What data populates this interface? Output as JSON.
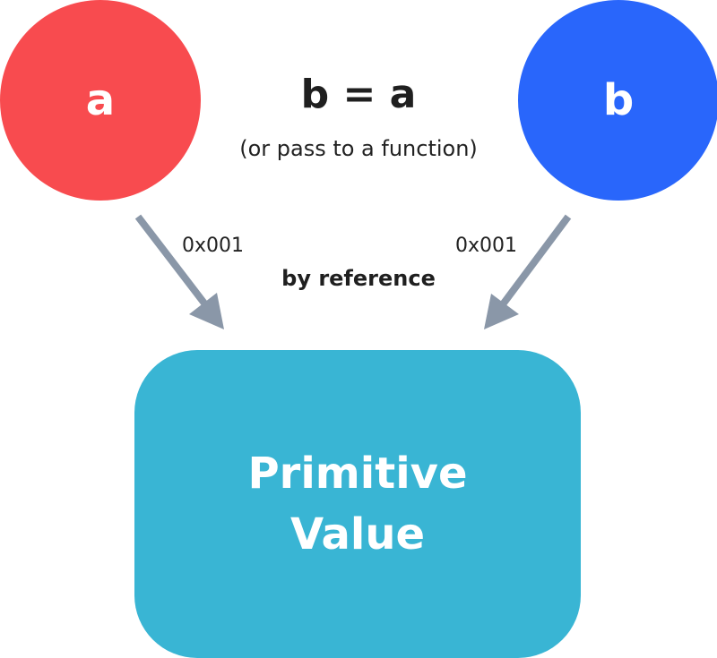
{
  "colors": {
    "var_a": "#f84b4f",
    "var_b": "#2966fb",
    "value_box": "#39b5d4",
    "arrow": "#8a97a8",
    "text": "#222222"
  },
  "variables": {
    "a": {
      "label": "a",
      "address": "0x001"
    },
    "b": {
      "label": "b",
      "address": "0x001"
    }
  },
  "assignment": {
    "title": "b = a",
    "subtitle": "(or pass to a function)"
  },
  "relation_label": "by reference",
  "value_box": {
    "line1": "Primitive",
    "line2": "Value"
  }
}
